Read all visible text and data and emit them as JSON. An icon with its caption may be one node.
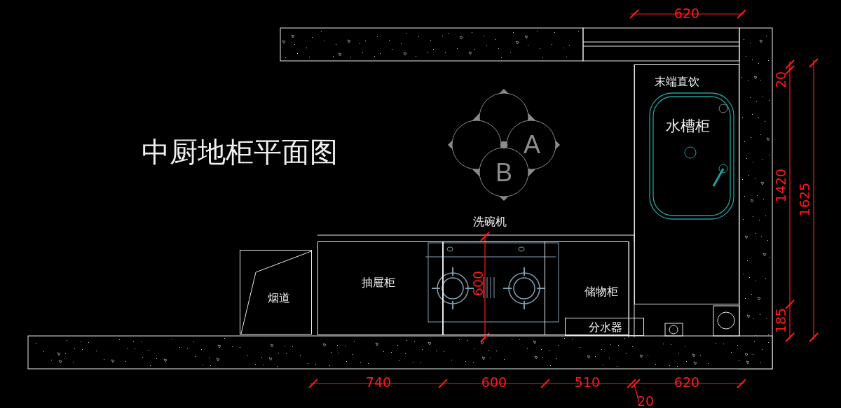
{
  "diagram": {
    "title": "中厨地柜平面图",
    "nodes": [
      {
        "text": [
          "烟道"
        ]
      },
      {
        "text": [
          "抽屉柜"
        ]
      },
      {
        "text": [
          "洗碗机"
        ]
      },
      {
        "text": [
          "储物柜"
        ]
      },
      {
        "text": [
          "分水器"
        ],
        "in": 3
      },
      {
        "text": [
          "末端直饮",
          "水槽柜"
        ]
      }
    ],
    "labels": [
      "620",
      "A",
      "B",
      "20",
      "1420",
      "1625",
      "600",
      "185",
      "740",
      "600",
      "510",
      "620",
      "20"
    ]
  }
}
